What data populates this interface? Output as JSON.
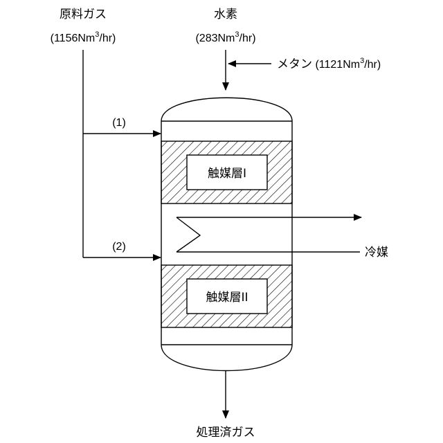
{
  "feeds": {
    "raw_gas": {
      "name": "原料ガス",
      "flow_value": "1156",
      "flow_unit": "Nm",
      "flow_exp": "3",
      "flow_per": "/hr"
    },
    "hydrogen": {
      "name": "水素",
      "flow_value": "283",
      "flow_unit": "Nm",
      "flow_exp": "3",
      "flow_per": "/hr"
    },
    "methane": {
      "name": "メタン",
      "flow_value": "1121",
      "flow_unit": "Nm",
      "flow_exp": "3",
      "flow_per": "/hr"
    }
  },
  "streams": {
    "stream_1": "(1)",
    "stream_2": "(2)"
  },
  "beds": {
    "bed_1": "触媒層I",
    "bed_2": "触媒層II"
  },
  "coolant": "冷媒",
  "product": "処理済ガス",
  "colors": {
    "line": "#000000",
    "background": "#ffffff",
    "hatch": "#000000"
  }
}
